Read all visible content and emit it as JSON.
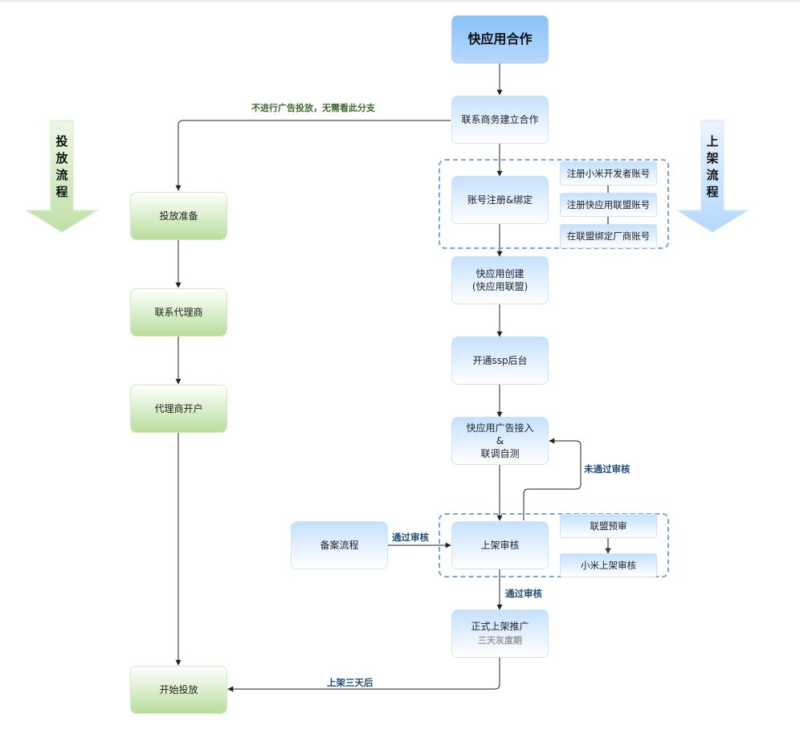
{
  "title": "快应用合作",
  "side_labels": {
    "left": [
      "投",
      "放",
      "流",
      "程"
    ],
    "right": [
      "上",
      "架",
      "流",
      "程"
    ]
  },
  "right_flow": {
    "contact": "联系商务建立合作",
    "account": "账号注册&绑定",
    "account_steps": [
      "注册小米开发者账号",
      "注册快应用联盟账号",
      "在联盟绑定厂商账号"
    ],
    "create_line1": "快应用创建",
    "create_line2": "(快应用联盟)",
    "ssp": "开通ssp后台",
    "ad_line1": "快应用广告接入",
    "ad_line2": "&",
    "ad_line3": "联调自测",
    "review": "上架审核",
    "review_steps": [
      "联盟预审",
      "小米上架审核"
    ],
    "filing": "备案流程",
    "launch": "正式上架推广",
    "launch_note": "三天灰度期"
  },
  "left_flow": {
    "prepare": "投放准备",
    "agent": "联系代理商",
    "open_account": "代理商开户",
    "start": "开始投放"
  },
  "edge_labels": {
    "no_ads": "不进行广告投放，无需看此分支",
    "not_passed": "未通过审核",
    "passed_filing": "通过审核",
    "passed_review": "通过审核",
    "after_three_days": "上架三天后"
  },
  "colors": {
    "edge": "#222222",
    "group_border": "#7aa6d8",
    "edge_label": "#1f4e79",
    "branch_label": "#3f6a2e"
  }
}
